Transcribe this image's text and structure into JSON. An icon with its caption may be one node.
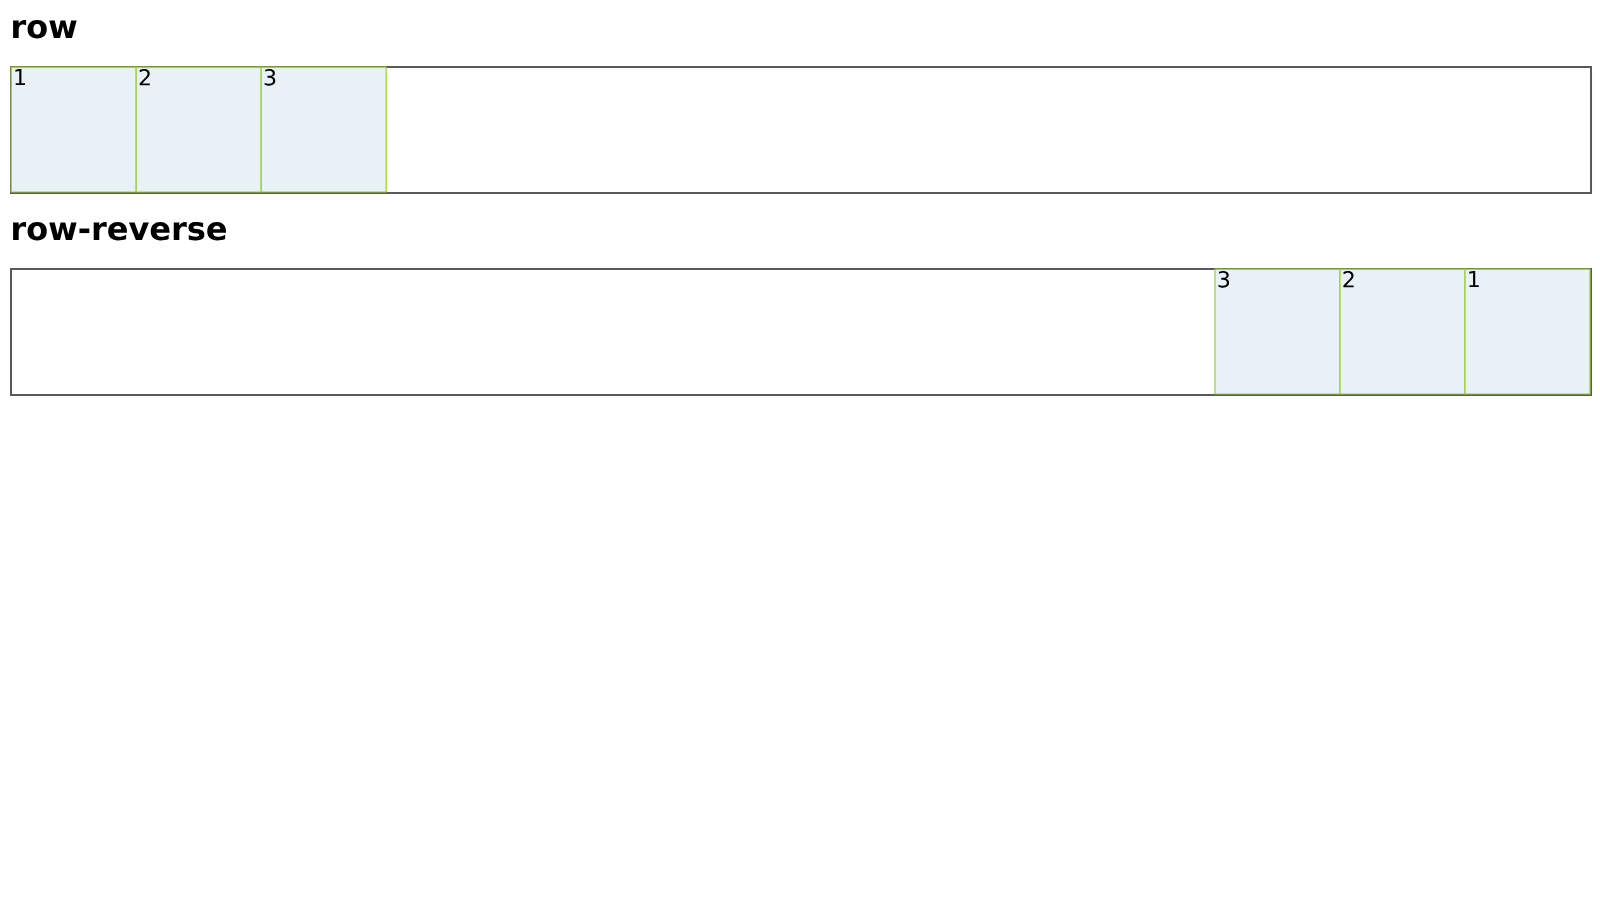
{
  "diagram": {
    "nodes": [
      {
        "text": [
          "row"
        ]
      },
      {
        "text": [
          "1"
        ],
        "in": 0
      },
      {
        "text": [
          "2"
        ],
        "in": 0
      },
      {
        "text": [
          "3"
        ],
        "in": 0
      },
      {
        "text": [
          "row-reverse"
        ]
      },
      {
        "text": [
          "3"
        ],
        "in": 4
      },
      {
        "text": [
          "2"
        ],
        "in": 4
      },
      {
        "text": [
          "1"
        ],
        "in": 4
      }
    ]
  }
}
